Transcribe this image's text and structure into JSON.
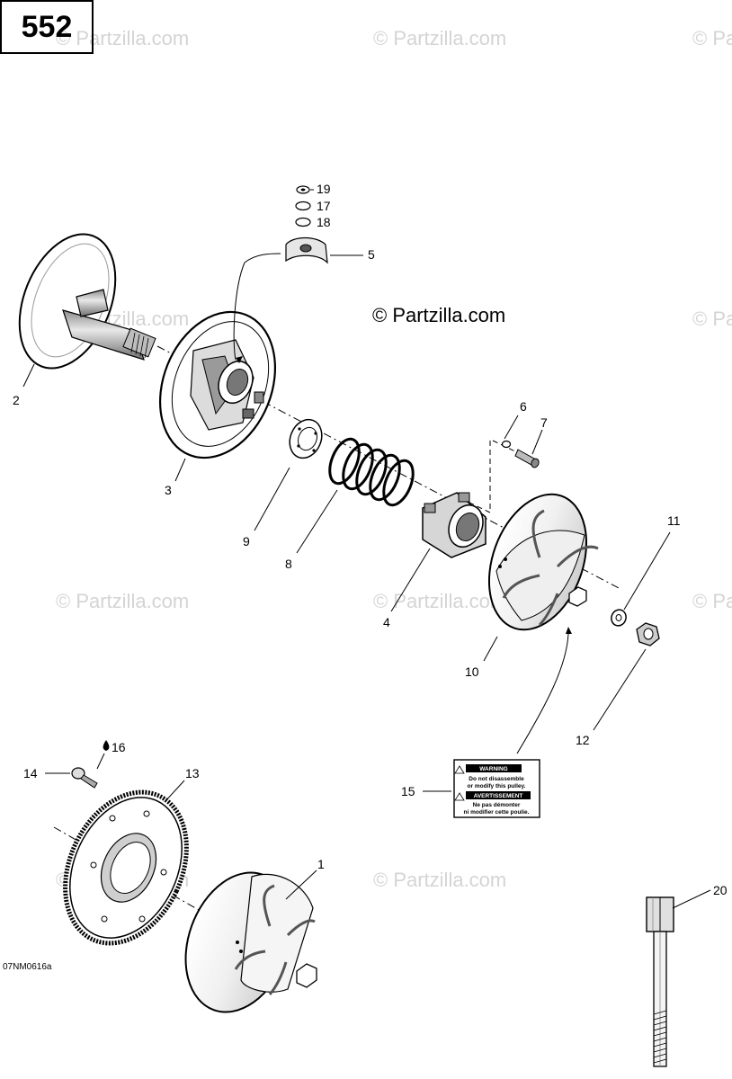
{
  "page_number": "552",
  "watermark": "© Partzilla.com",
  "copyright": "© Partzilla.com",
  "drawing_code": "07NM0616a",
  "warning_label": {
    "heading_en": "WARNING",
    "text_en_1": "Do not disassemble",
    "text_en_2": "or modify this pulley.",
    "heading_fr": "AVERTISSEMENT",
    "text_fr_1": "Ne pas démonter",
    "text_fr_2": "ni modifier cette poulie."
  },
  "callouts": {
    "c1": "1",
    "c2": "2",
    "c3": "3",
    "c4": "4",
    "c5": "5",
    "c6": "6",
    "c7": "7",
    "c8": "8",
    "c9": "9",
    "c10": "10",
    "c11": "11",
    "c12": "12",
    "c13": "13",
    "c14": "14",
    "c15": "15",
    "c16": "16",
    "c17": "17",
    "c18": "18",
    "c19": "19",
    "c20": "20"
  }
}
